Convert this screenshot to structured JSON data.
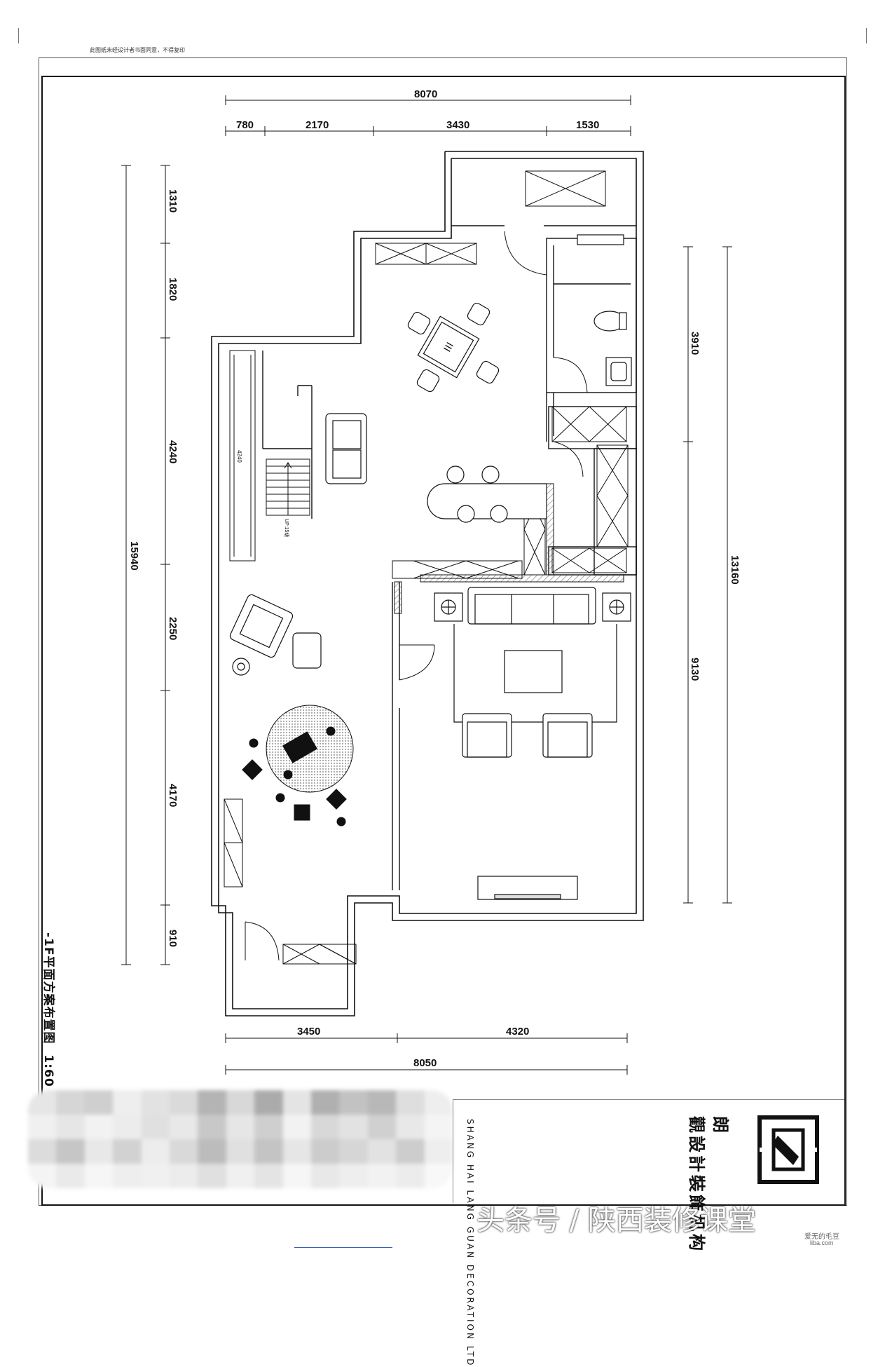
{
  "note": "此图纸未经设计者书面同意，不得复印",
  "plan": {
    "title": "-1F平面方案布置图",
    "scale": "1:60",
    "stair_label": "UP:15级"
  },
  "dimensions": {
    "top_total": "8070",
    "top_segments": [
      "780",
      "2170",
      "3430",
      "1530"
    ],
    "left_total": "15940",
    "left_segments": [
      "1310",
      "1820",
      "4240",
      "2250",
      "4170",
      "910"
    ],
    "right_segments": [
      "3910",
      "9130"
    ],
    "right_total": "13160",
    "bottom_segments": [
      "3450",
      "4320"
    ],
    "bottom_total": "8050",
    "cabinet_label": "4240"
  },
  "brand": {
    "logo_name": "lang-logo",
    "name_cn_col1": "朗",
    "name_cn_col2": "觀設計裝飾机构",
    "name_en": "SHANG HAI LANG GUAN DECORATION LTD"
  },
  "footer": {
    "watermark": "头条号 / 陕西装修课堂",
    "site": "爱无的毛豆",
    "site_url": "liba.com"
  },
  "colors": {
    "line": "#111111",
    "hatch": "#777777",
    "mosaic": [
      "#e8e8e8",
      "#d4d4d4",
      "#c2c2c2",
      "#f2f2f2",
      "#a8a8a8",
      "#dcdcdc"
    ]
  }
}
